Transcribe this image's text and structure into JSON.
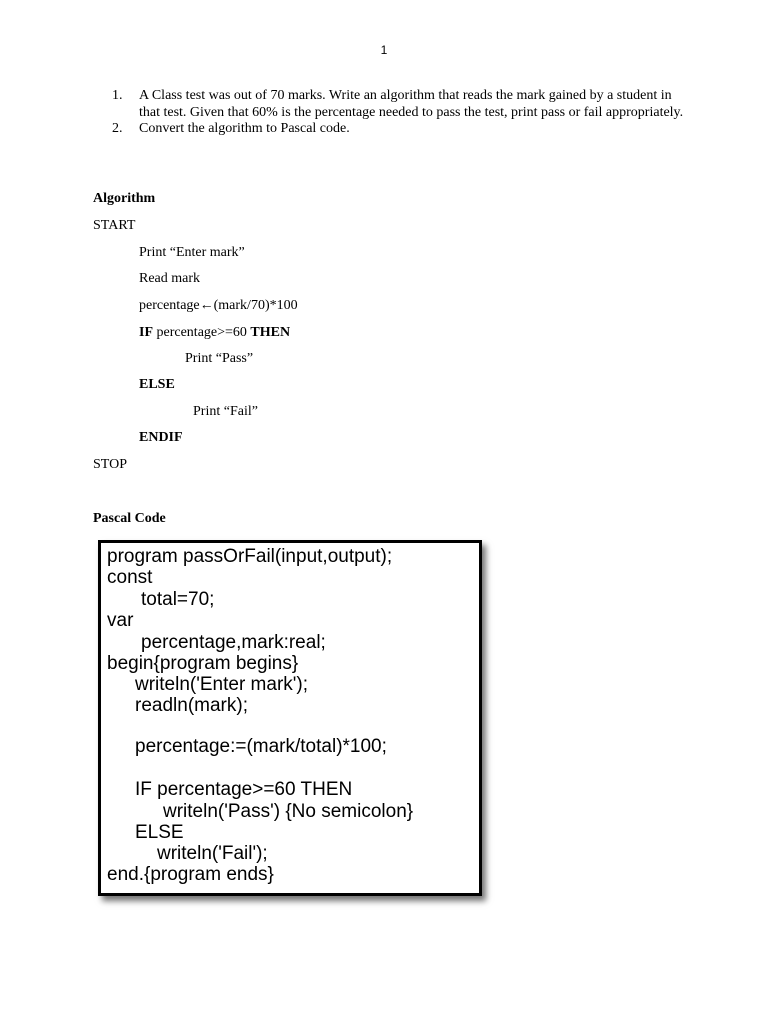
{
  "page_number": "1",
  "questions": [
    {
      "num": "1.",
      "text": "A Class test was out of 70 marks. Write an algorithm that reads the mark gained by a student in that test. Given that 60% is the percentage needed to pass the test, print pass or fail appropriately."
    },
    {
      "num": "2.",
      "text": "Convert the algorithm to Pascal code."
    }
  ],
  "algorithm": {
    "heading": "Algorithm",
    "start": "START",
    "print_enter": "Print “Enter mark”",
    "read_mark": "Read mark",
    "assign_var": "percentage",
    "assign_arrow": "←",
    "assign_expr": "(mark/70)*100",
    "if_kw": "IF",
    "if_cond": " percentage>=60 ",
    "then_kw": "THEN",
    "print_pass": "Print “Pass”",
    "else_kw": "ELSE",
    "print_fail": "Print “Fail”",
    "endif_kw": "ENDIF",
    "stop": "STOP"
  },
  "pascal": {
    "heading": "Pascal Code",
    "lines": [
      "program passOrFail(input,output);",
      "const",
      "total=70;",
      "var",
      "percentage,mark:real;",
      "begin{program begins}",
      "writeln('Enter mark');",
      "readln(mark);",
      "percentage:=(mark/total)*100;",
      "IF percentage>=60 THEN",
      "writeln('Pass') {No semicolon}",
      "ELSE",
      "writeln('Fail');",
      "end.{program ends}"
    ]
  }
}
